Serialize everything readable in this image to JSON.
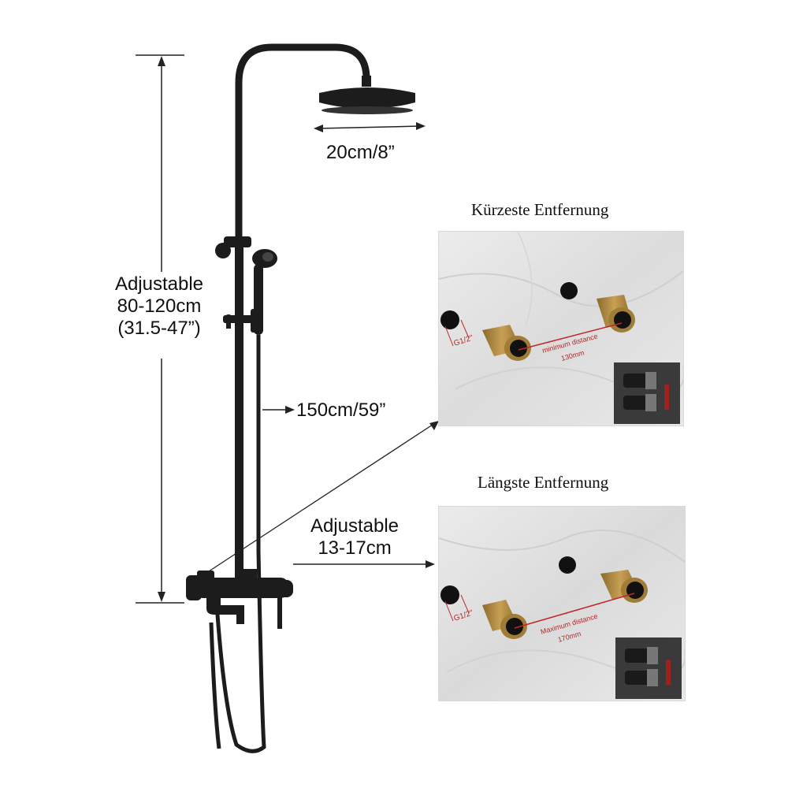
{
  "dimensions": {
    "head_diameter": "20cm/8”",
    "height_line1": "Adjustable",
    "height_line2": "80-120cm",
    "height_line3": "(31.5-47”)",
    "hose_length": "150cm/59”",
    "spacing_line1": "Adjustable",
    "spacing_line2": "13-17cm"
  },
  "panels": [
    {
      "title": "Kürzeste Entfernung",
      "thread_label": "G1/2\"",
      "distance_label": "minimum distance",
      "distance_value": "130mm"
    },
    {
      "title": "Längste Entfernung",
      "thread_label": "G1/2\"",
      "distance_label": "Maximum distance",
      "distance_value": "170mm"
    }
  ],
  "colors": {
    "fixture": "#1c1c1c",
    "brass": "#b08a3e",
    "measure_red": "#c0262b",
    "marble": "#e3e3e3"
  }
}
